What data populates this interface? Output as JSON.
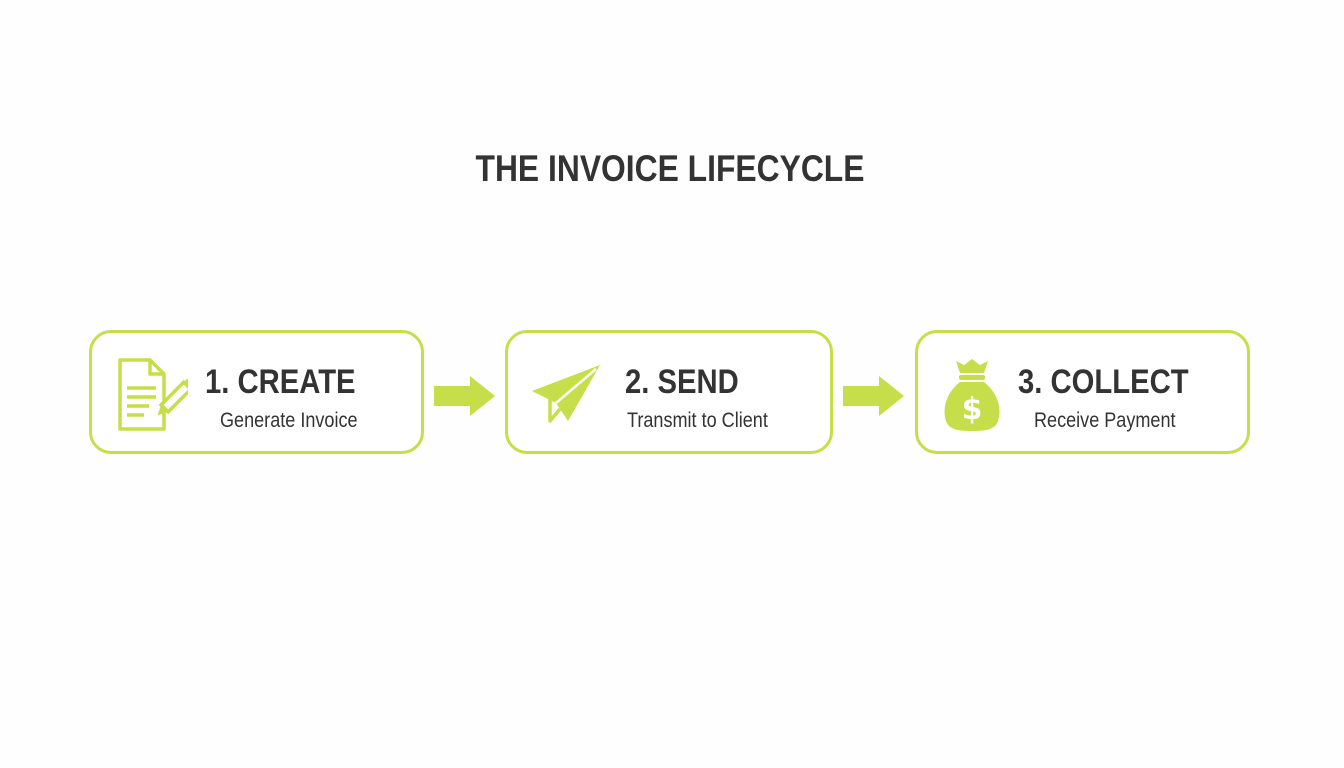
{
  "title": "THE INVOICE LIFECYCLE",
  "colors": {
    "accent": "#c5de4a",
    "text": "#333333",
    "background": "#fdfefd"
  },
  "steps": [
    {
      "label": "1. CREATE",
      "subtitle": "Generate Invoice",
      "icon": "document-pencil-icon"
    },
    {
      "label": "2. SEND",
      "subtitle": "Transmit to Client",
      "icon": "paper-plane-icon"
    },
    {
      "label": "3. COLLECT",
      "subtitle": "Receive Payment",
      "icon": "money-bag-icon"
    }
  ],
  "connectors": [
    {
      "from": "1. CREATE",
      "to": "2. SEND",
      "icon": "arrow-right-icon"
    },
    {
      "from": "2. SEND",
      "to": "3. COLLECT",
      "icon": "arrow-right-icon"
    }
  ]
}
